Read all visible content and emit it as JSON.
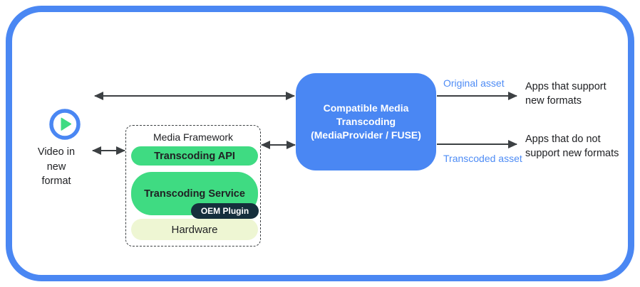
{
  "left": {
    "video_label": "Video in\nnew\nformat"
  },
  "media_framework": {
    "title": "Media Framework",
    "api_label": "Transcoding API",
    "service_label": "Transcoding Service",
    "oem_label": "OEM Plugin",
    "hardware_label": "Hardware"
  },
  "center": {
    "box_label": "Compatible Media\nTranscoding\n(MediaProvider / FUSE)"
  },
  "right": {
    "original_asset_label": "Original asset",
    "transcoded_asset_label": "Transcoded asset",
    "apps_support": "Apps that support\nnew formats",
    "apps_not_support": "Apps that do not\nsupport new formats"
  },
  "icons": {
    "play_icon": "play-icon"
  },
  "colors": {
    "frame_blue": "#4a87f3",
    "box_blue": "#4a87f3",
    "asset_label_blue": "#4e8cf5",
    "pill_green": "#3fdb82",
    "hardware_pale_green": "#eef6d3",
    "oem_navy": "#152e3c",
    "arrow_gray": "#3c4043",
    "text_black": "#202124"
  }
}
